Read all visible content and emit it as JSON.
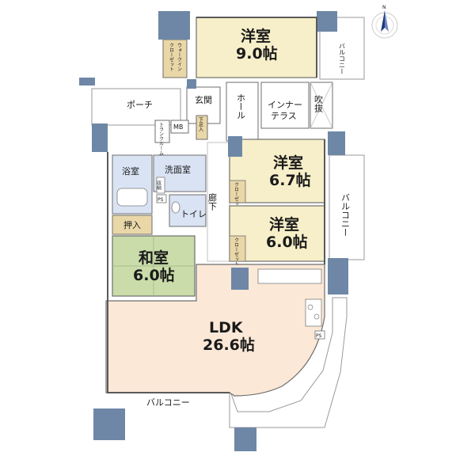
{
  "compass": {
    "label": "N"
  },
  "rooms": {
    "bedroom1": {
      "name": "洋室",
      "size": "9.0帖"
    },
    "bedroom2": {
      "name": "洋室",
      "size": "6.7帖"
    },
    "bedroom3": {
      "name": "洋室",
      "size": "6.0帖"
    },
    "washitsu": {
      "name": "和室",
      "size": "6.0帖"
    },
    "ldk": {
      "name": "LDK",
      "size": "26.6帖"
    }
  },
  "labels": {
    "walkin_line1": "ウォークイン",
    "walkin_line2": "クローゼット",
    "porch": "ポーチ",
    "genkan": "玄関",
    "hall": "ホール",
    "inner_terrace_line1": "インナー",
    "inner_terrace_line2": "テラス",
    "fukinuke": "吹抜",
    "mb": "MB",
    "trunk_room": "トランクルーム",
    "shoe_storage": "下足入",
    "bathroom": "浴室",
    "washroom": "洗面室",
    "storage": "収納",
    "ps": "PS",
    "toilet": "トイレ",
    "corridor": "廊下",
    "oshiire": "押入",
    "closet": "クローゼット",
    "balcony_top": "バルコニー",
    "balcony_right": "バルコニー",
    "balcony_bottom": "バルコニー",
    "ps_kitchen": "PS"
  }
}
